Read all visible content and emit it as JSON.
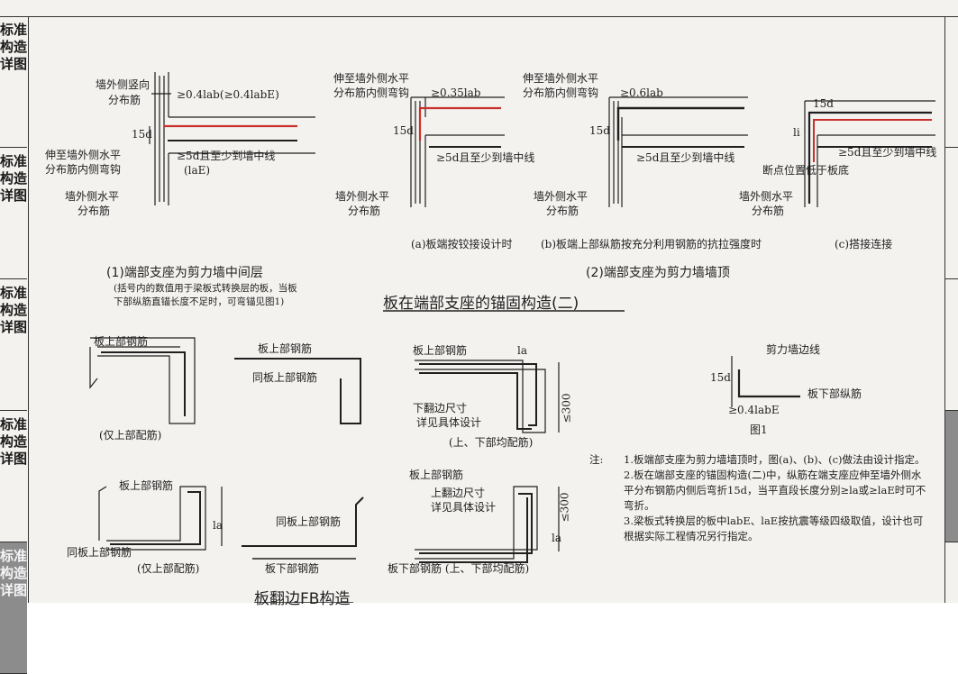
{
  "sidebar_tab_text": "标准构造详图",
  "labels": {
    "p1_vertical": "墙外侧竖向",
    "p1_vertical2": "分布筋",
    "p1_anchor": "≥0.4lab(≥0.4labE)",
    "p1_15d": "15d",
    "p1_hook1": "伸至墙外侧水平",
    "p1_hook2": "分布筋内侧弯钩",
    "p1_5d": "≥5d且至少到墙中线",
    "p1_lae": "(laE)",
    "p1_horiz1": "墙外侧水平",
    "p1_horiz2": "分布筋",
    "pa_top1": "伸至墙外侧水平",
    "pa_top2": "分布筋内侧弯钩",
    "pa_anchor": "≥0.35lab",
    "pa_15d": "15d",
    "pa_5d": "≥5d且至少到墙中线",
    "pa_horiz1": "墙外侧水平",
    "pa_horiz2": "分布筋",
    "pb_top1": "伸至墙外侧水平",
    "pb_top2": "分布筋内侧弯钩",
    "pb_anchor": "≥0.6lab",
    "pb_15d": "15d",
    "pb_5d": "≥5d且至少到墙中线",
    "pb_horiz1": "墙外侧水平",
    "pb_horiz2": "分布筋",
    "pc_15d": "15d",
    "pc_li": "li",
    "pc_5d": "≥5d且至少到墙中线",
    "pc_break": "断点位置低于板底",
    "pc_horiz1": "墙外侧水平",
    "pc_horiz2": "分布筋",
    "fig1_edge": "剪力墙边线",
    "fig1_15d": "15d",
    "fig1_anchor": "≥0.4labE",
    "fig1_bottom": "板下部纵筋",
    "fig1_title": "图1",
    "fb1_top": "板上部钢筋",
    "fb1_caption": "(仅上部配筋)",
    "fb2_top": "板上部钢筋",
    "fb2_same": "同板上部钢筋",
    "fb3_top": "板上部钢筋",
    "fb3_la": "la",
    "fb3_flip1": "下翻边尺寸",
    "fb3_flip2": "详见具体设计",
    "fb3_300": "≤300",
    "fb3_caption": "(上、下部均配筋)",
    "fb4_top": "板上部钢筋",
    "fb4_la": "la",
    "fb4_same": "同板上部钢筋",
    "fb4_caption": "(仅上部配筋)",
    "fb5_same": "同板上部钢筋",
    "fb5_bottom": "板下部钢筋",
    "fb6_top": "板上部钢筋",
    "fb6_flip1": "上翻边尺寸",
    "fb6_flip2": "详见具体设计",
    "fb6_300": "≤300",
    "fb6_la": "la",
    "fb6_caption": "板下部钢筋 (上、下部均配筋)"
  },
  "captions": {
    "a": "(a)板端按铰接设计时",
    "b": "(b)板端上部纵筋按充分利用钢筋的抗拉强度时",
    "c": "(c)搭接连接",
    "sec1": "(1)端部支座为剪力墙中间层",
    "sec1_note1": "(括号内的数值用于梁板式转换层的板，当板",
    "sec1_note2": "下部纵筋直锚长度不足时，可弯锚见图1)",
    "sec2": "(2)端部支座为剪力墙墙顶",
    "heading_main": "板在端部支座的锚固构造(二)",
    "heading_fb": "板翻边FB构造"
  },
  "notes": {
    "prefix": "注:",
    "items": [
      "1.板端部支座为剪力墙墙顶时，图(a)、(b)、(c)做法由设计指定。",
      "2.板在端部支座的锚固构造(二)中，纵筋在端支座应伸至墙外侧水平分布钢筋内侧后弯折15d，当平直段长度分别≥la或≥laE时可不弯折。",
      "3.梁板式转换层的板中labE、laE按抗震等级四级取值，设计也可根据实际工程情况另行指定。"
    ]
  },
  "colors": {
    "rebar_red": "#c9302c",
    "line": "#1f1f1f",
    "active_tab": "#8c8c8c"
  }
}
